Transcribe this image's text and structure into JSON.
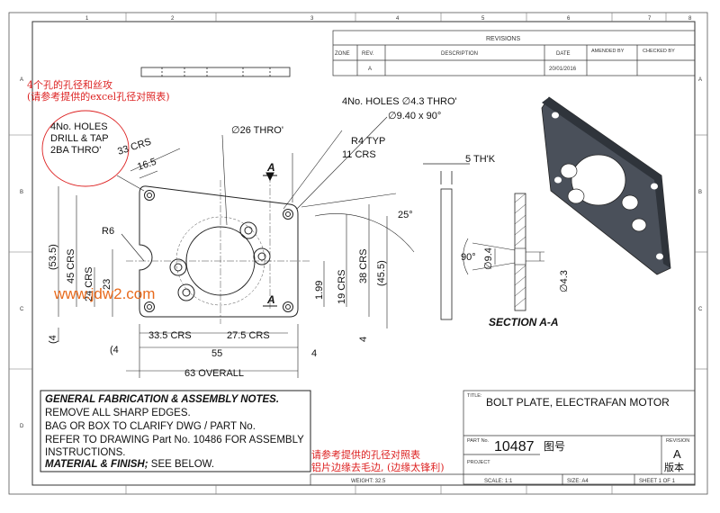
{
  "revisions": {
    "title": "REVISIONS",
    "headers": {
      "zone": "ZONE",
      "rev": "REV.",
      "description": "DESCRIPTION",
      "date": "DATE",
      "amended": "AMENDED BY",
      "checked": "CHECKED BY"
    },
    "row": {
      "zone": "",
      "rev": "A",
      "description": "",
      "date": "20/01/2016",
      "amended": "",
      "checked": ""
    }
  },
  "grid": {
    "columns": [
      "1",
      "2",
      "3",
      "4",
      "5",
      "6",
      "7",
      "8"
    ],
    "rows": [
      "A",
      "B",
      "C",
      "D"
    ]
  },
  "annotations_cn": {
    "holes_note_line1": "4个孔的孔径和丝攻",
    "holes_note_line2": "(请参考提供的excel孔径对照表)",
    "watermark": "www.jdw2.com",
    "bottom_note_line1": "请参考提供的孔径对照表",
    "bottom_note_line2": "铝片边缘去毛边, (边缘太锋利)",
    "part_no_cn": "图号",
    "revision_cn": "版本"
  },
  "callouts": {
    "four_holes_tapped": [
      "4No. HOLES",
      "DRILL & TAP",
      "2BA THRO'"
    ],
    "four_holes_csk_line1": "4No. HOLES ∅4.3 THRO'",
    "four_holes_csk_line2": "∅9.40 x 90°",
    "center_hole": "∅26 THRO'",
    "r4": "R4 TYP",
    "crs_11": "11 CRS",
    "r6": "R6",
    "crs_33": "33 CRS",
    "dim_165": "16.5",
    "angle_25": "25°",
    "thickness": "5 TH'K",
    "section_label_top": "A",
    "section_label_bottom": "A"
  },
  "dimensions": {
    "d535": "(53.5)",
    "d45crs": "45 CRS",
    "d24crs": "24 CRS",
    "d23": "23",
    "d4a": "(4",
    "d199": "1.99",
    "d19crs": "19 CRS",
    "d38crs": "38 CRS",
    "d455": "(45.5)",
    "d4b": "4",
    "d335": "33.5 CRS",
    "d275": "27.5 CRS",
    "d4c": "(4",
    "d55": "55",
    "d4d": "4",
    "d63": "63 OVERALL"
  },
  "section": {
    "title": "SECTION A-A",
    "angle": "90°",
    "dia94": "∅9.4",
    "dia43": "∅4.3"
  },
  "notes": {
    "heading": "GENERAL FABRICATION & ASSEMBLY NOTES.",
    "lines": [
      "REMOVE ALL SHARP EDGES.",
      "BAG OR BOX TO CLARIFY DWG / PART No.",
      "REFER TO DRAWING Part No. 10486 FOR ASSEMBLY",
      "INSTRUCTIONS."
    ],
    "material_bold": "MATERIAL & FINISH;",
    "material_rest": " SEE BELOW."
  },
  "title_block": {
    "title_label": "TITLE:",
    "title": "BOLT PLATE, ELECTRAFAN MOTOR",
    "part_label": "PART No.",
    "part_no": "10487",
    "project_label": "PROJECT",
    "revision_label": "REVISION",
    "revision": "A",
    "weight": "WEIGHT: 32.5",
    "scale": "SCALE: 1:1",
    "size": "SIZE: A4",
    "sheet": "SHEET 1 OF 1"
  },
  "colors": {
    "ink": "#111111",
    "accent": "#d22222",
    "shade": "#3a3f47"
  }
}
